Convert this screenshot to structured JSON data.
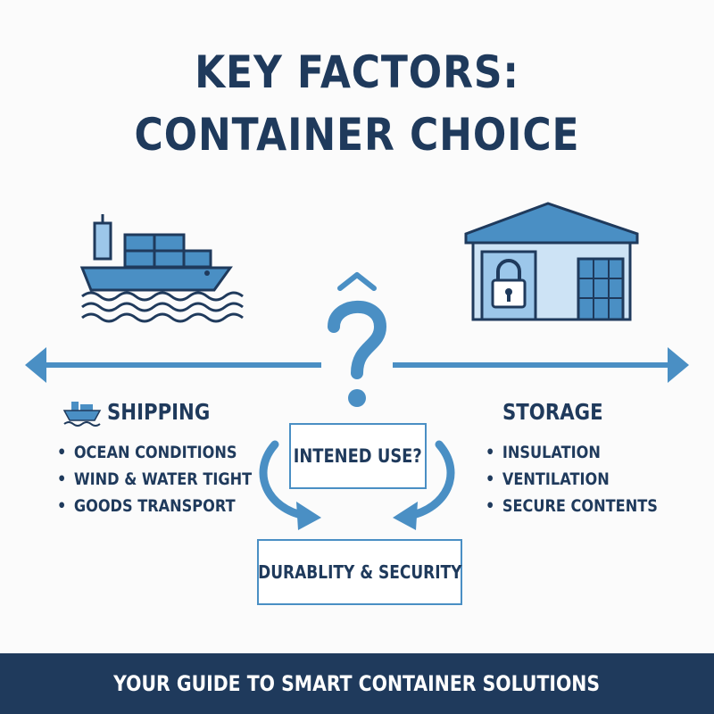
{
  "title": {
    "line1": "KEY FACTORS:",
    "line2": "CONTAINER CHOICE"
  },
  "shipping": {
    "heading": "SHIPPING",
    "items": [
      "OCEAN CONDITIONS",
      "WIND & WATER TIGHT",
      "GOODS TRANSPORT"
    ]
  },
  "storage": {
    "heading": "STORAGE",
    "items": [
      "INSULATION",
      "VENTILATION",
      "SECURE CONTENTS"
    ]
  },
  "question_box": "INTENED USE?",
  "result_box": "DURABLITY & SECURITY",
  "footer": "YOUR GUIDE TO SMART CONTAINER SOLUTIONS",
  "colors": {
    "navy": "#1f3a5c",
    "blue": "#4a8fc4",
    "light_blue": "#9cc7ea"
  },
  "icons": [
    "cargo-ship-icon",
    "warehouse-lock-icon",
    "question-mark-icon",
    "small-ship-icon"
  ]
}
